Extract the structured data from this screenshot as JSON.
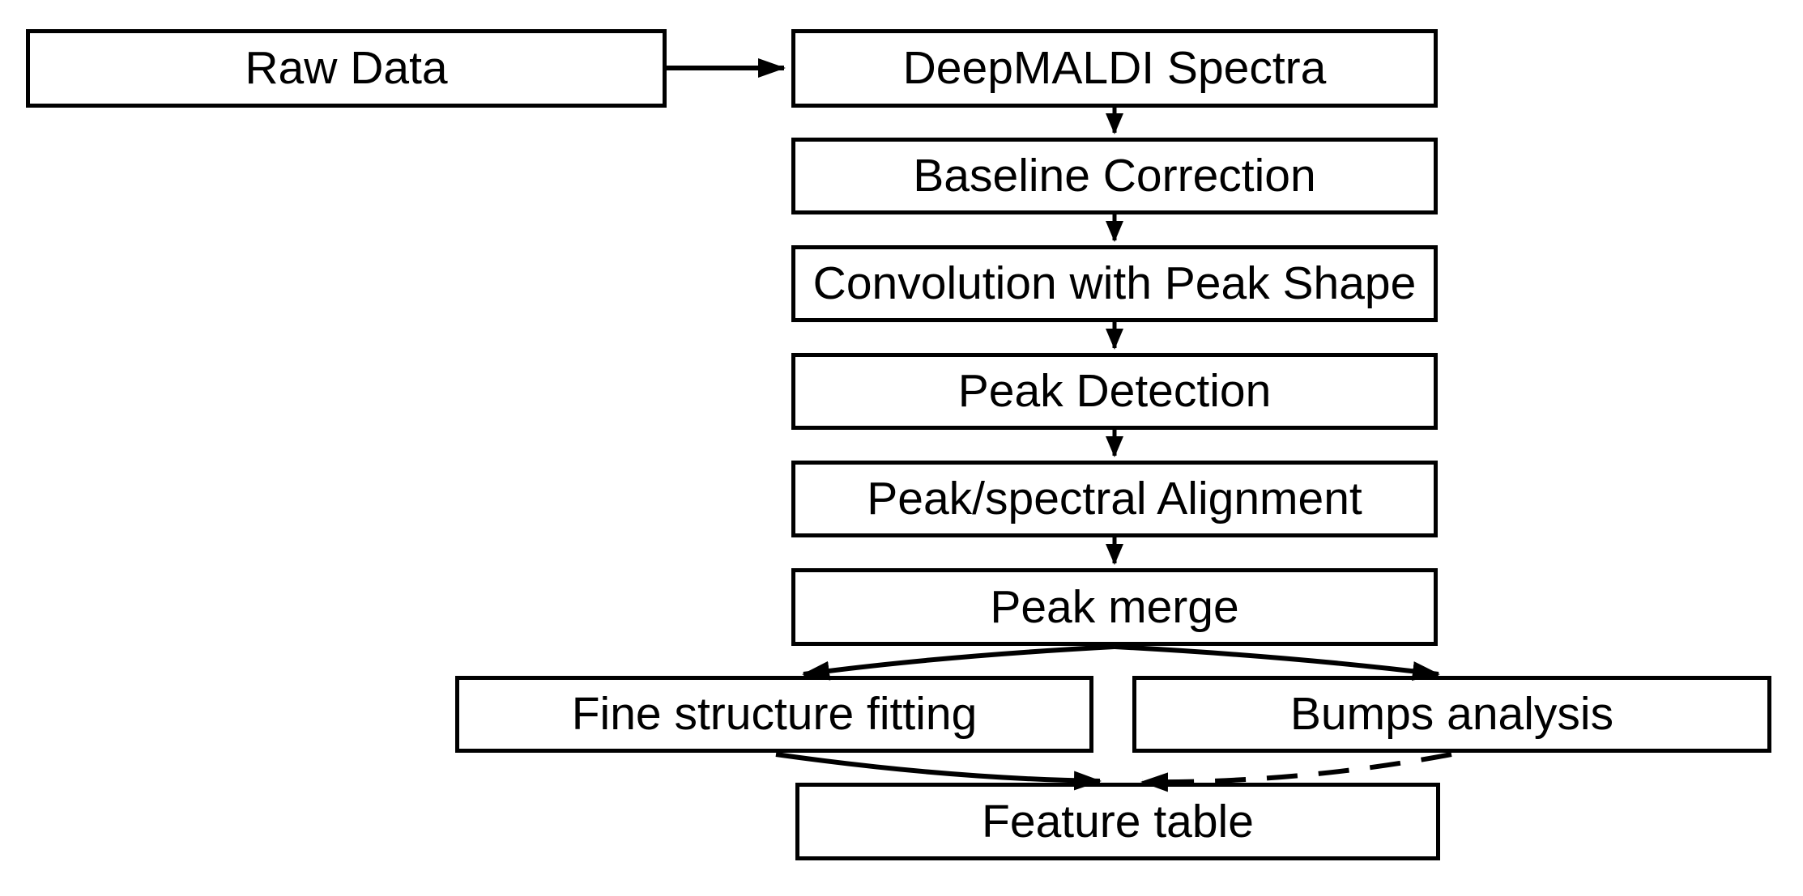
{
  "diagram": {
    "type": "flowchart",
    "background_color": "#ffffff",
    "line_color": "#000000",
    "box_fill": "#ffffff",
    "box_border_color": "#000000",
    "nodes": {
      "raw_data": {
        "label": "Raw Data"
      },
      "deepmaldi_spectra": {
        "label": "DeepMALDI Spectra"
      },
      "baseline_correction": {
        "label": "Baseline Correction"
      },
      "convolution": {
        "label": "Convolution with Peak Shape"
      },
      "peak_detection": {
        "label": "Peak Detection"
      },
      "peak_spectral_alignment": {
        "label": "Peak/spectral Alignment"
      },
      "peak_merge": {
        "label": "Peak merge"
      },
      "fine_structure_fitting": {
        "label": "Fine structure fitting"
      },
      "bumps_analysis": {
        "label": "Bumps analysis"
      },
      "feature_table": {
        "label": "Feature table"
      }
    },
    "edges": [
      {
        "from": "raw_data",
        "to": "deepmaldi_spectra",
        "style": "solid"
      },
      {
        "from": "deepmaldi_spectra",
        "to": "baseline_correction",
        "style": "solid"
      },
      {
        "from": "baseline_correction",
        "to": "convolution",
        "style": "solid"
      },
      {
        "from": "convolution",
        "to": "peak_detection",
        "style": "solid"
      },
      {
        "from": "peak_detection",
        "to": "peak_spectral_alignment",
        "style": "solid"
      },
      {
        "from": "peak_spectral_alignment",
        "to": "peak_merge",
        "style": "solid"
      },
      {
        "from": "peak_merge",
        "to": "fine_structure_fitting",
        "style": "solid"
      },
      {
        "from": "peak_merge",
        "to": "bumps_analysis",
        "style": "solid"
      },
      {
        "from": "fine_structure_fitting",
        "to": "feature_table",
        "style": "solid"
      },
      {
        "from": "bumps_analysis",
        "to": "feature_table",
        "style": "dashed"
      }
    ]
  }
}
